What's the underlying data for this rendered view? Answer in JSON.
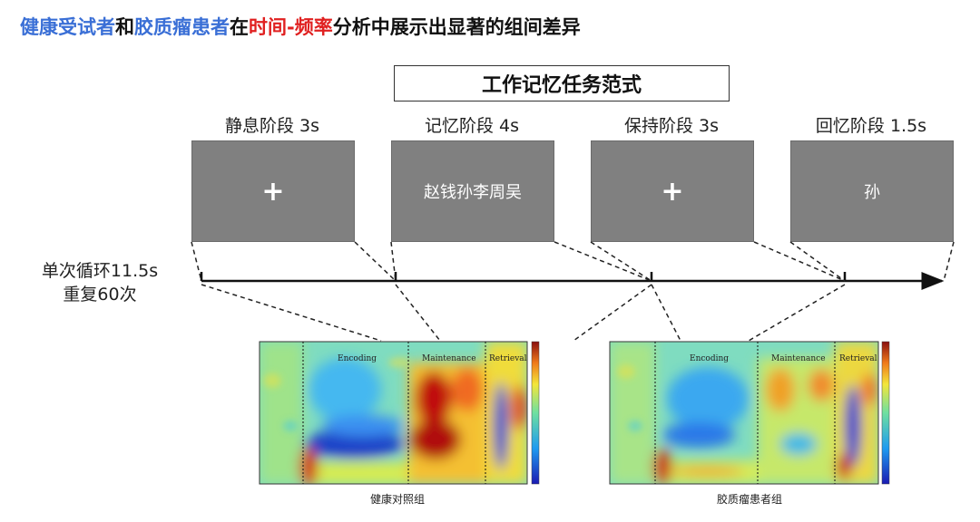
{
  "title": {
    "part1": "健康受试者",
    "part2": "和",
    "part3": "胶质瘤患者",
    "part4": "在",
    "part5": "时间-频率",
    "part6": "分析中展示出显著的组间差异"
  },
  "paradigm_title": "工作记忆任务范式",
  "phases": [
    {
      "label": "静息阶段 3s",
      "stimulus": "+"
    },
    {
      "label": "记忆阶段 4s",
      "stimulus": "赵钱孙李周吴"
    },
    {
      "label": "保持阶段 3s",
      "stimulus": "+"
    },
    {
      "label": "回忆阶段 1.5s",
      "stimulus": "孙"
    }
  ],
  "cycle": {
    "line1": "单次循环11.5s",
    "line2": "重复60次"
  },
  "tf_plots": [
    {
      "segments": [
        "Encoding",
        "Maintenance",
        "Retrieval"
      ],
      "caption": "健康对照组"
    },
    {
      "segments": [
        "Encoding",
        "Maintenance",
        "Retrieval"
      ],
      "caption": "胶质瘤患者组"
    }
  ],
  "colors": {
    "blue": "#3a6fd6",
    "red": "#e02020",
    "box_gray": "#808080"
  }
}
